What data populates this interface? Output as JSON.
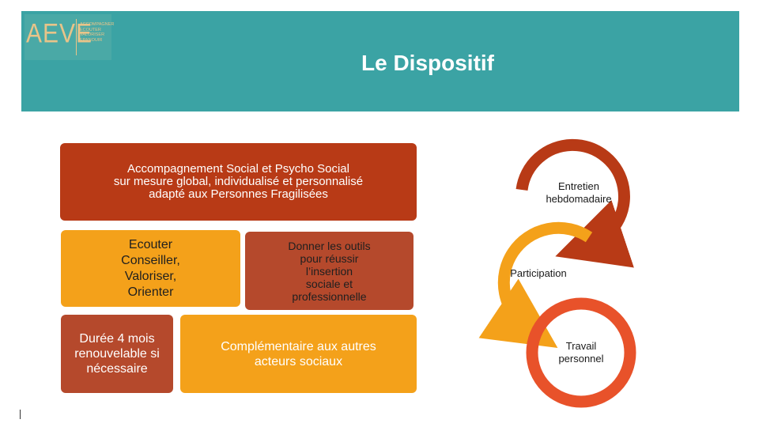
{
  "header": {
    "title": "Le Dispositif",
    "logo_mark": "AEVE",
    "logo_tagline": [
      "ACCOMPAGNER",
      "ECOUTER",
      "VALORISER",
      "EPANOUIR"
    ],
    "background": "#3ba3a4"
  },
  "boxes": {
    "main": "Accompagnement Social et Psycho Social\nsur mesure global, individualisé et personnalisé\nadapté aux Personnes Fragilisées",
    "ecouter": "Ecouter\nConseiller,\nValoriser,\nOrienter",
    "outils": "Donner les outils\npour réussir\nl’insertion\nsociale et\nprofessionnelle",
    "duree": "Durée 4 mois\nrenouvelable si\nnécessaire",
    "complementaire": "Complémentaire aux autres\nacteurs sociaux"
  },
  "cycle": {
    "entretien": "Entretien\nhebdomadaire",
    "participation": "Participation",
    "travail": "Travail\npersonnel",
    "colors": {
      "top": "#b83a16",
      "middle": "#f4a11a",
      "bottom": "#e8522a"
    }
  }
}
